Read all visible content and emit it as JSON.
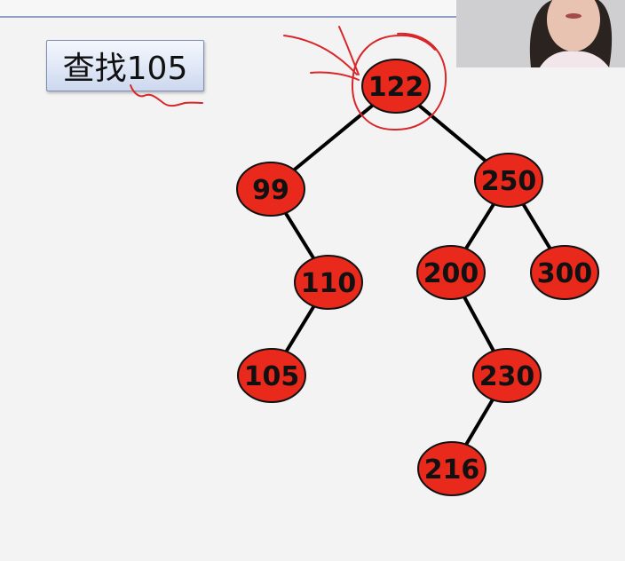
{
  "label": {
    "text": "查找105"
  },
  "tree": {
    "nodes": [
      {
        "id": "n122",
        "value": "122"
      },
      {
        "id": "n99",
        "value": "99"
      },
      {
        "id": "n250",
        "value": "250"
      },
      {
        "id": "n110",
        "value": "110"
      },
      {
        "id": "n200",
        "value": "200"
      },
      {
        "id": "n300",
        "value": "300"
      },
      {
        "id": "n105",
        "value": "105"
      },
      {
        "id": "n230",
        "value": "230"
      },
      {
        "id": "n216",
        "value": "216"
      }
    ],
    "edges": [
      [
        "n122",
        "n99"
      ],
      [
        "n122",
        "n250"
      ],
      [
        "n99",
        "n110"
      ],
      [
        "n110",
        "n105"
      ],
      [
        "n250",
        "n200"
      ],
      [
        "n250",
        "n300"
      ],
      [
        "n200",
        "n230"
      ],
      [
        "n230",
        "n216"
      ]
    ]
  },
  "colors": {
    "node_fill": "#e8291c",
    "node_stroke": "#111111",
    "edge": "#000000",
    "annotation": "#d9262a"
  },
  "webcam": {
    "icon": "presenter-video-icon"
  }
}
